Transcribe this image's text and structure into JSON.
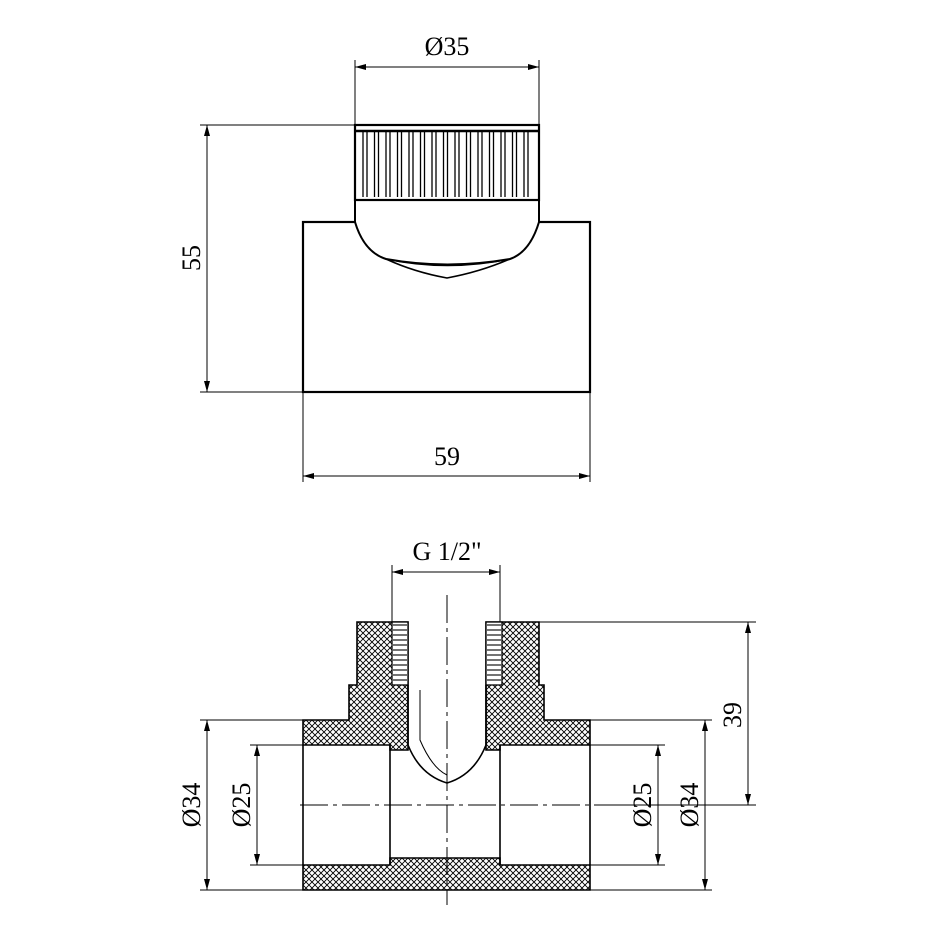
{
  "top_view": {
    "dim_nut_diameter": "Ø35",
    "dim_height": "55",
    "dim_width": "59"
  },
  "section_view": {
    "dim_thread": "G 1/2\"",
    "dim_branch_height": "39",
    "dim_outer_left": "Ø34",
    "dim_inner_left": "Ø25",
    "dim_inner_right": "Ø25",
    "dim_outer_right": "Ø34"
  }
}
